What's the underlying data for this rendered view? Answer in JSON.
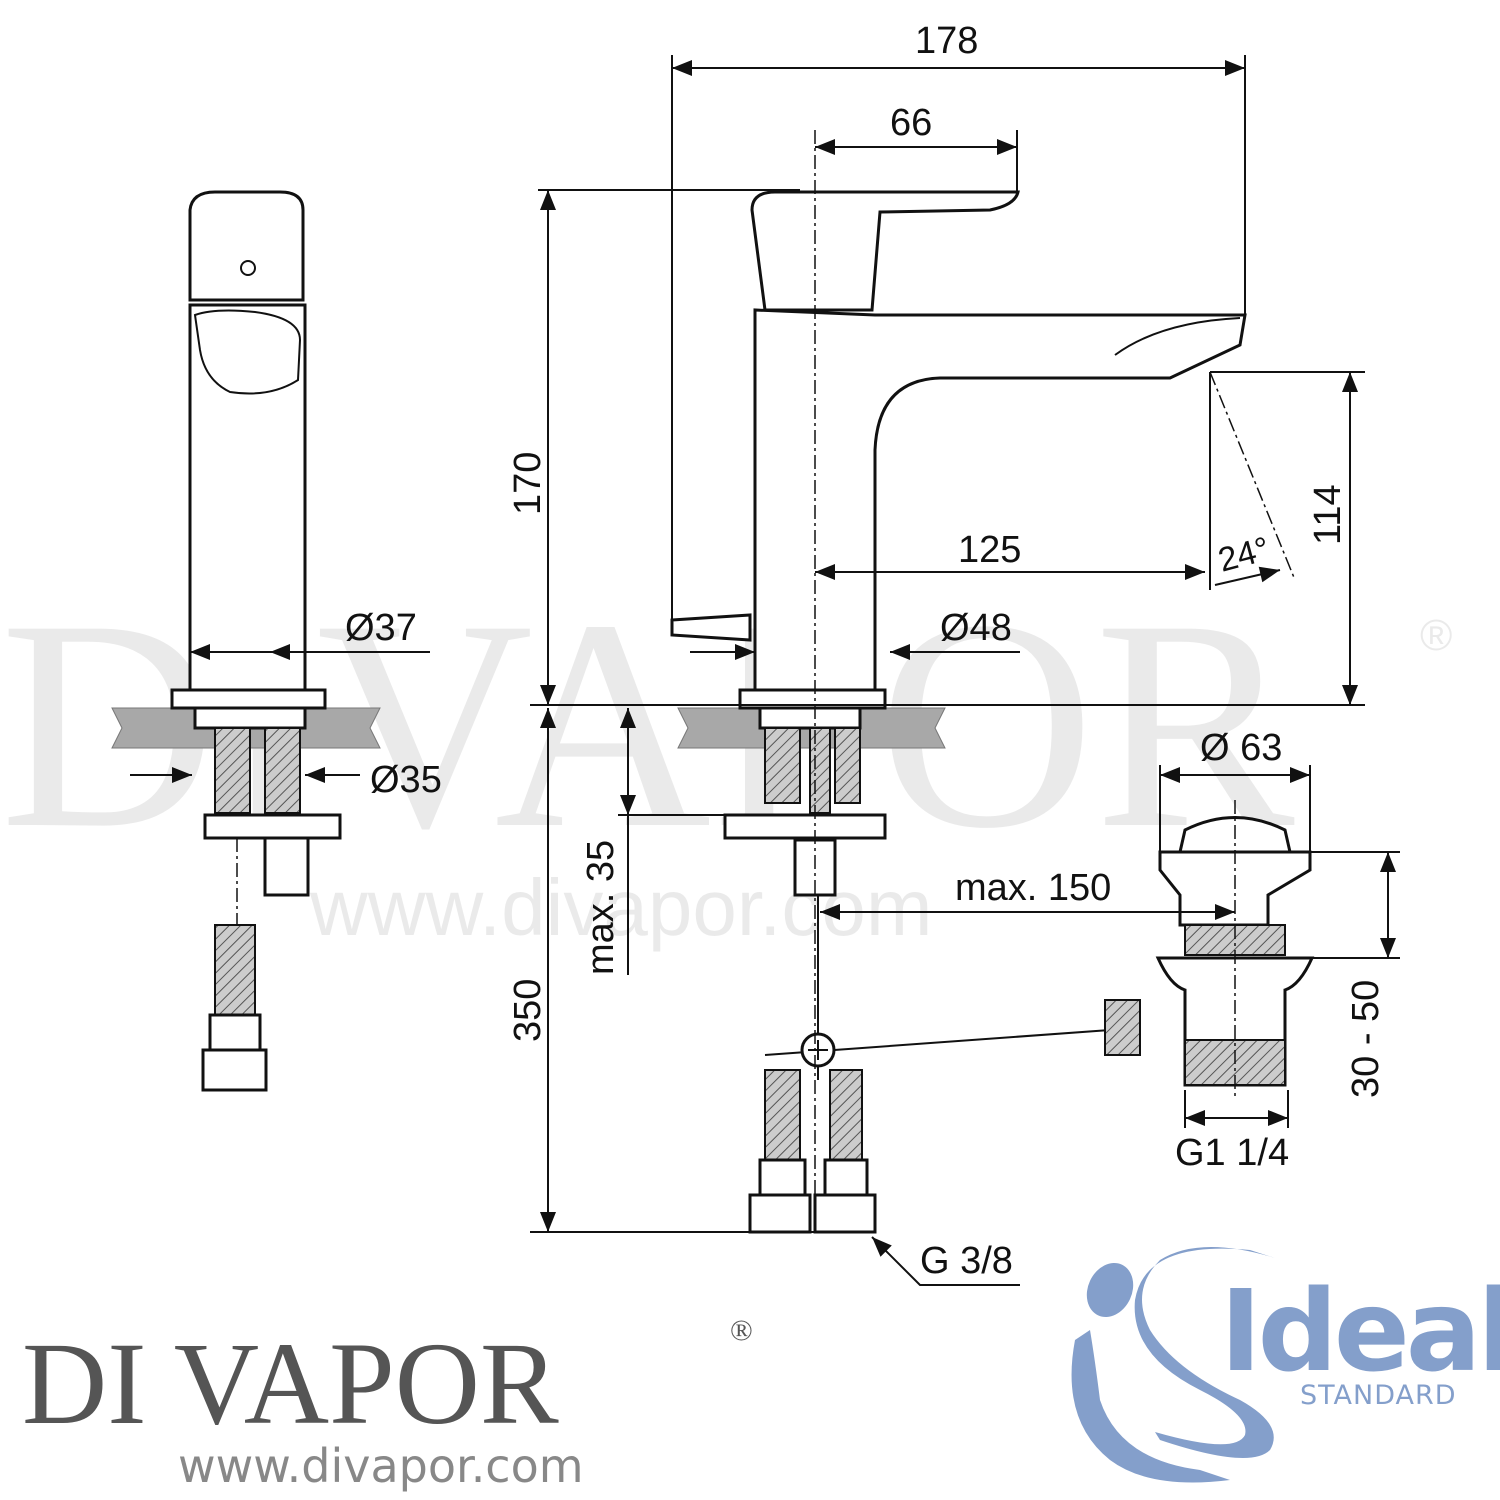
{
  "watermark": {
    "text": "DIVAPOR",
    "registered": "®",
    "url": "www.divapor.com"
  },
  "dimensions": {
    "overall_length": "178",
    "lever_length": "66",
    "height": "170",
    "spout_height": "114",
    "spout_reach": "125",
    "spout_angle": "24°",
    "front_diameter": "Ø37",
    "body_diameter": "Ø48",
    "hole_diameter": "Ø35",
    "waste_diameter": "Ø 63",
    "max_counter": "max. 35",
    "max_rod": "max. 150",
    "hose_length": "350",
    "waste_range": "30 - 50",
    "waste_thread": "G1 1/4",
    "hose_thread": "G 3/8"
  },
  "logo_divapor": {
    "name": "DI VAPOR",
    "registered": "®",
    "url": "www.divapor.com"
  },
  "logo_ideal": {
    "word": "Ideal",
    "sub": "STANDARD",
    "color": "#849fcb"
  }
}
